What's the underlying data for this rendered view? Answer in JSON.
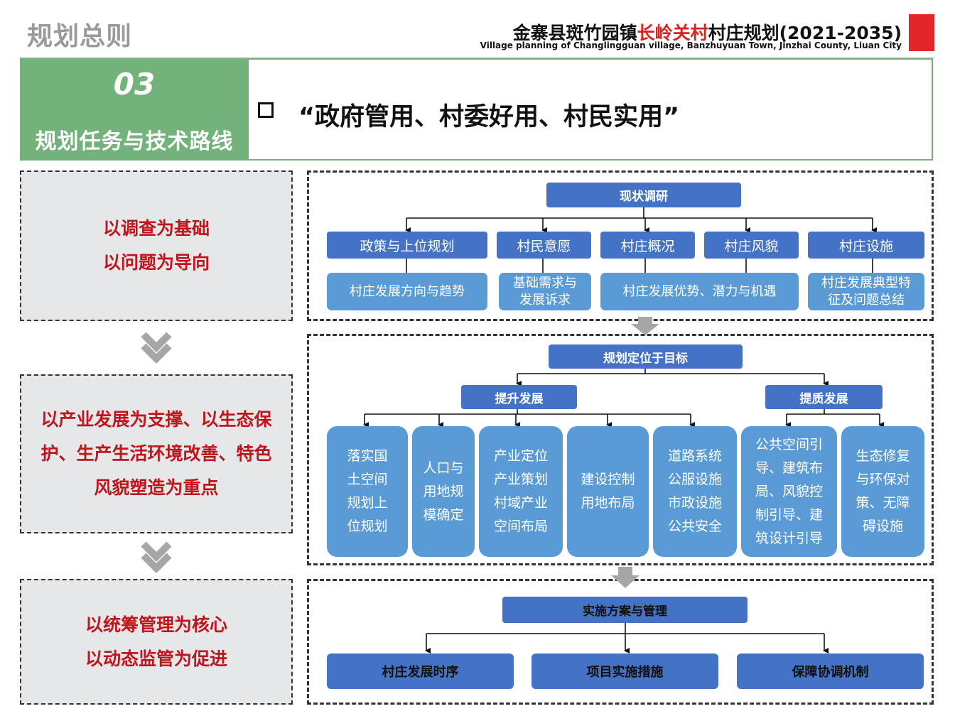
{
  "header": {
    "section_title": "规划总则",
    "project_title_prefix": "金寨县斑竹园镇",
    "project_title_highlight": "长岭关村",
    "project_title_suffix": "村庄规划(2021-2035)",
    "project_title_en": "Village planning of Changlingguan village, Banzhuyuan Town, Jinzhai County, Liuan City"
  },
  "banner": {
    "number": "03",
    "label": "规划任务与技术路线",
    "slogan": "“政府管用、村委好用、村民实用”"
  },
  "principles": [
    {
      "lines": [
        "以调查为基础",
        "以问题为导向"
      ]
    },
    {
      "lines": [
        "以产业发展为支撑、以生态保",
        "护、生产生活环境改善、特色",
        "风貌塑造为重点"
      ]
    },
    {
      "lines": [
        "以统筹管理为核心",
        "以动态监管为促进"
      ]
    }
  ],
  "stage1": {
    "root": "现状调研",
    "categories": [
      "政策与上位规划",
      "村民意愿",
      "村庄概况",
      "村庄风貌",
      "村庄设施"
    ],
    "findings": [
      "村庄发展方向与趋势",
      "基础需求与发展诉求",
      "村庄发展优势、潜力与机遇",
      "村庄发展典型特征及问题总结"
    ]
  },
  "stage2": {
    "root": "规划定位于目标",
    "branches": [
      "提升发展",
      "提质发展"
    ],
    "tasks": [
      "落实国土空间规划上位规划",
      "人口与用地规模确定",
      "产业定位产业策划村域产业空间布局",
      "建设控制用地布局",
      "道路系统公服设施市政设施公共安全",
      "公共空间引导、建筑布局、风貌控制引导、建筑设计引导",
      "生态修复与环保对策、无障碍设施"
    ]
  },
  "stage3": {
    "root": "实施方案与管理",
    "items": [
      "村庄发展时序",
      "项目实施措施",
      "保障协调机制"
    ]
  },
  "colors": {
    "accent_red": "#e4262a",
    "banner_green": "#74b27b",
    "node_dark_blue": "#4472c4",
    "node_light_blue": "#5b9bd5",
    "principle_text_red": "#c0151c",
    "principle_bg_gray": "#e6e7e9"
  }
}
